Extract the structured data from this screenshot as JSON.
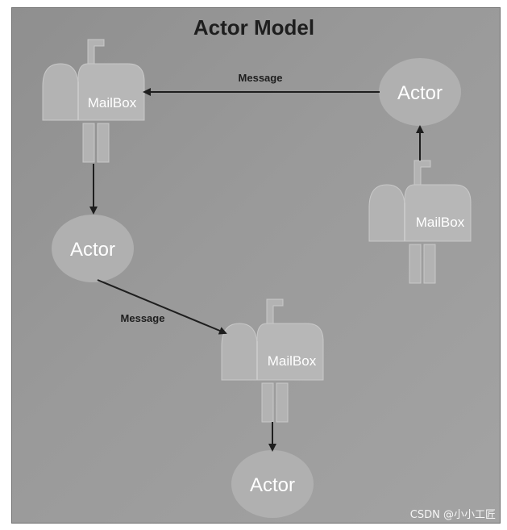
{
  "title": "Actor Model",
  "nodes": {
    "mailbox_top_left": "MailBox",
    "mailbox_right": "MailBox",
    "mailbox_bottom": "MailBox",
    "actor_top_right": "Actor",
    "actor_left": "Actor",
    "actor_bottom": "Actor"
  },
  "edges": {
    "message_top": "Message",
    "message_middle": "Message"
  },
  "watermark": "CSDN @小小工匠",
  "colors": {
    "background": "#9a9a9a",
    "shape_fill": "#b3b3b3",
    "shape_edge": "#c8c8c8",
    "arrow": "#1e1e1e",
    "text_light": "#ffffff",
    "text_dark": "#1e1e1e"
  }
}
